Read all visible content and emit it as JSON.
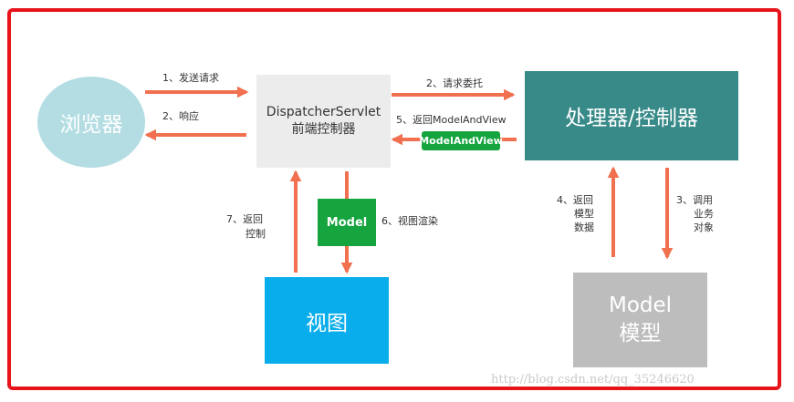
{
  "colors": {
    "frame": "#e8141c",
    "arrow": "#f07050",
    "browser": "#b3dde3",
    "dispatcher": "#ececec",
    "handler": "#388a89",
    "view": "#09adec",
    "model_box": "#bdbdbd",
    "green_tag": "#15a43e"
  },
  "nodes": {
    "browser": "浏览器",
    "dispatcher": {
      "line1": "DispatcherServlet",
      "line2": "前端控制器"
    },
    "handler": "处理器/控制器",
    "view": "视图",
    "model": {
      "line1": "Model",
      "line2": "模型"
    }
  },
  "tags": {
    "model": "Model",
    "model_and_view": "ModelAndView"
  },
  "steps": {
    "s1": "1、发送请求",
    "s2_response": "2、响应",
    "s2_delegate": "2、请求委托",
    "s3": [
      "3、调用",
      "业务",
      "对象"
    ],
    "s4": [
      "4、返回",
      "模型",
      "数据"
    ],
    "s5": "5、返回ModelAndView",
    "s6": "6、视图渲染",
    "s7": [
      "7、返回",
      "控制"
    ]
  },
  "watermark": "http://blog.csdn.net/qq_35246620"
}
